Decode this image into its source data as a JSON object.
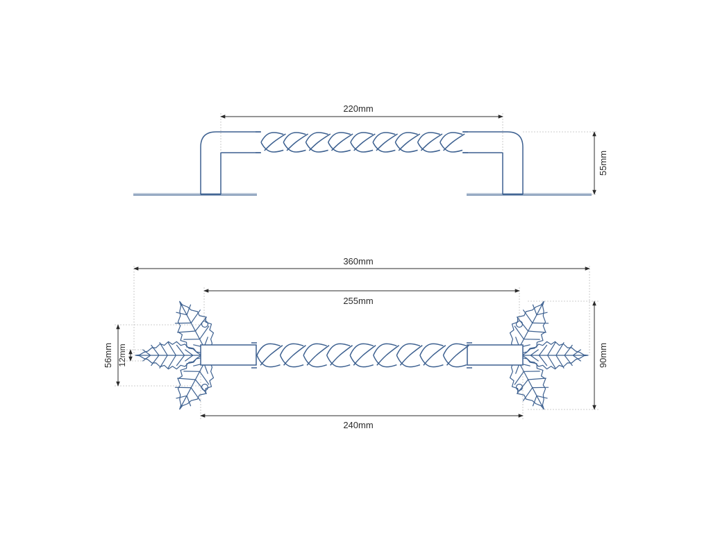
{
  "colors": {
    "outline": "#3b5f8f",
    "dimension": "#2b2b2b",
    "extension": "#bcbcbc",
    "background": "#ffffff"
  },
  "side_view": {
    "width_label": "220mm",
    "height_label": "55mm"
  },
  "top_view": {
    "overall_label": "360mm",
    "hole_span_label": "255mm",
    "grip_label": "240mm",
    "plate_height_label": "90mm",
    "leaf_height_label": "56mm",
    "bar_height_label": "12mm"
  }
}
